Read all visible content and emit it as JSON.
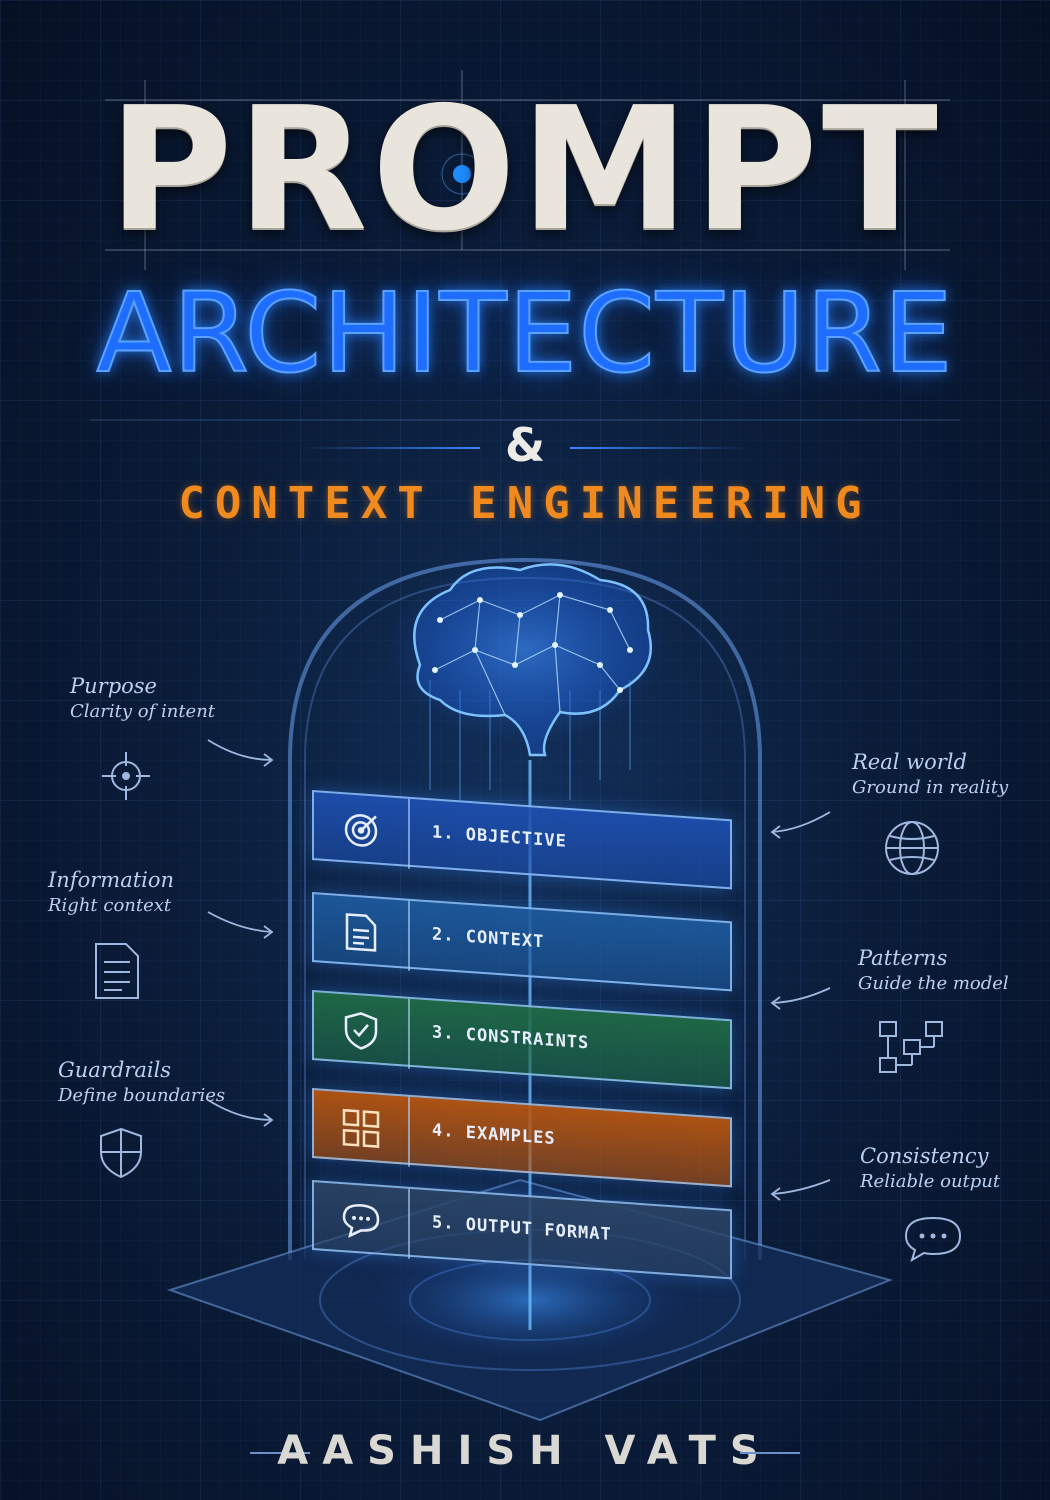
{
  "cover": {
    "title_line1": "PROMPT",
    "title_line2": "ARCHITECTURE",
    "ampersand": "&",
    "subtitle": "CONTEXT ENGINEERING",
    "author": "AASHISH VATS"
  },
  "annotations_left": [
    {
      "title": "Purpose",
      "desc": "Clarity of intent",
      "icon": "crosshair-icon"
    },
    {
      "title": "Information",
      "desc": "Right context",
      "icon": "document-icon"
    },
    {
      "title": "Guardrails",
      "desc": "Define boundaries",
      "icon": "shield-icon"
    }
  ],
  "annotations_right": [
    {
      "title": "Real world",
      "desc": "Ground in reality",
      "icon": "globe-icon"
    },
    {
      "title": "Patterns",
      "desc": "Guide the model",
      "icon": "flowchart-icon"
    },
    {
      "title": "Consistency",
      "desc": "Reliable output",
      "icon": "chat-bubble-icon"
    }
  ],
  "layers": [
    {
      "label": "1. OBJECTIVE",
      "icon": "target-icon",
      "color": "#1d4fb0"
    },
    {
      "label": "2. CONTEXT",
      "icon": "document-icon",
      "color": "#1d5a9e"
    },
    {
      "label": "3. CONSTRAINTS",
      "icon": "shield-icon",
      "color": "#1f6b45"
    },
    {
      "label": "4. EXAMPLES",
      "icon": "grid-icon",
      "color": "#b8550f"
    },
    {
      "label": "5. OUTPUT FORMAT",
      "icon": "chat-bubble-icon",
      "color": "#2a4466"
    }
  ],
  "colors": {
    "background": "#0b1d3a",
    "title": "#e9e5dc",
    "accent_blue": "#1f6dff",
    "accent_orange": "#f08a1e"
  }
}
